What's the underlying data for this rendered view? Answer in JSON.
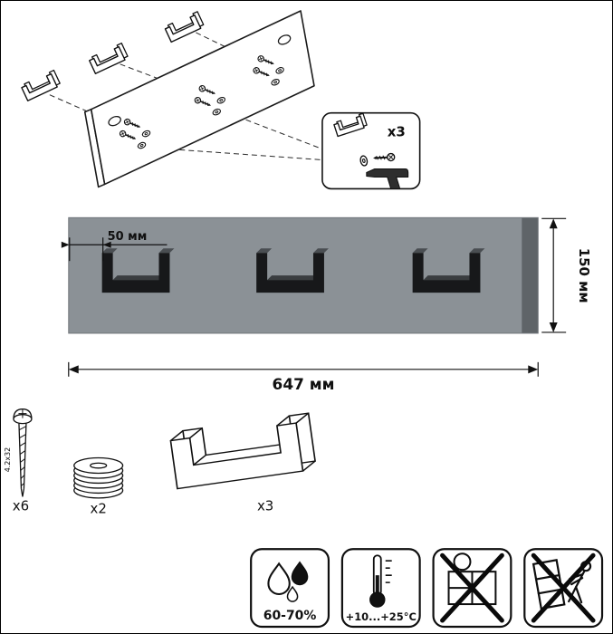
{
  "exploded_view": {
    "callout_count_label": "x3"
  },
  "panel_view": {
    "hook_offset_label": "50 мм",
    "height_label": "150 мм",
    "width_label": "647 мм",
    "panel_color": "#8b9196",
    "panel_edge_color": "#5f6468",
    "hook_color": "#17181a"
  },
  "hardware": {
    "screw": {
      "count_label": "x6",
      "size_label": "4.2x32"
    },
    "washers": {
      "count_label": "x2"
    },
    "hooks": {
      "count_label": "x3"
    }
  },
  "care_icons": {
    "humidity_label": "60-70%",
    "temperature_label": "+10...+25°C"
  }
}
